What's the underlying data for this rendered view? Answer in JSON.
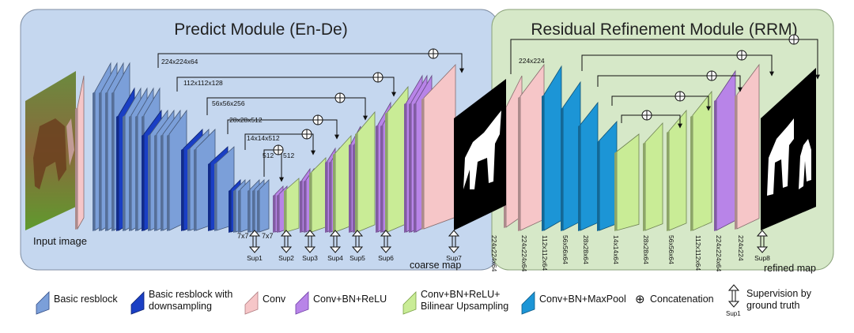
{
  "modules": {
    "predict_title": "Predict Module (En-De)",
    "rrm_title": "Residual Refinement Module (RRM)"
  },
  "labels": {
    "input_image": "Input image",
    "coarse_map": "coarse map",
    "refined_map": "refined map",
    "k7x7_a": "7x7",
    "k7x7_b": "7x7"
  },
  "encoder_dims": [
    "224x224x64",
    "112x112x128",
    "56x56x256",
    "28x28x512",
    "14x14x512",
    "512",
    "512"
  ],
  "rrm_top_dim": "224x224",
  "rrm_bottom_dims": [
    "224x224x64",
    "224x224x64",
    "112x112x64",
    "56x56x64",
    "28x28x64",
    "14x14x64",
    "28x28x64",
    "56x56x64",
    "112x112x64",
    "224x224x64",
    "224x224"
  ],
  "sup_labels": [
    "Sup1",
    "Sup2",
    "Sup3",
    "Sup4",
    "Sup5",
    "Sup6",
    "Sup7",
    "Sup8"
  ],
  "legend": {
    "basic_resblock": "Basic resblock",
    "basic_resblock_down_1": "Basic resblock with",
    "basic_resblock_down_2": "downsampling",
    "conv": "Conv",
    "conv_bn_relu": "Conv+BN+ReLU",
    "conv_bn_relu_up_1": "Conv+BN+ReLU+",
    "conv_bn_relu_up_2": "Bilinear Upsampling",
    "conv_bn_maxpool": "Conv+BN+MaxPool",
    "concat": "Concatenation",
    "supervision_1": "Supervision by",
    "supervision_2": "ground truth",
    "supervision_sup": "Sup1",
    "concat_symbol": "⊕"
  },
  "colors": {
    "predict_bg": "#c5d7ef",
    "rrm_bg": "#d6e8c8",
    "basic_resblock": "#7b9fd9",
    "resblock_down": "#1a3fc4",
    "conv": "#f6c6c8",
    "conv_bn_relu": "#b884e8",
    "upsample": "#c9ec96",
    "maxpool": "#1c95d6"
  }
}
